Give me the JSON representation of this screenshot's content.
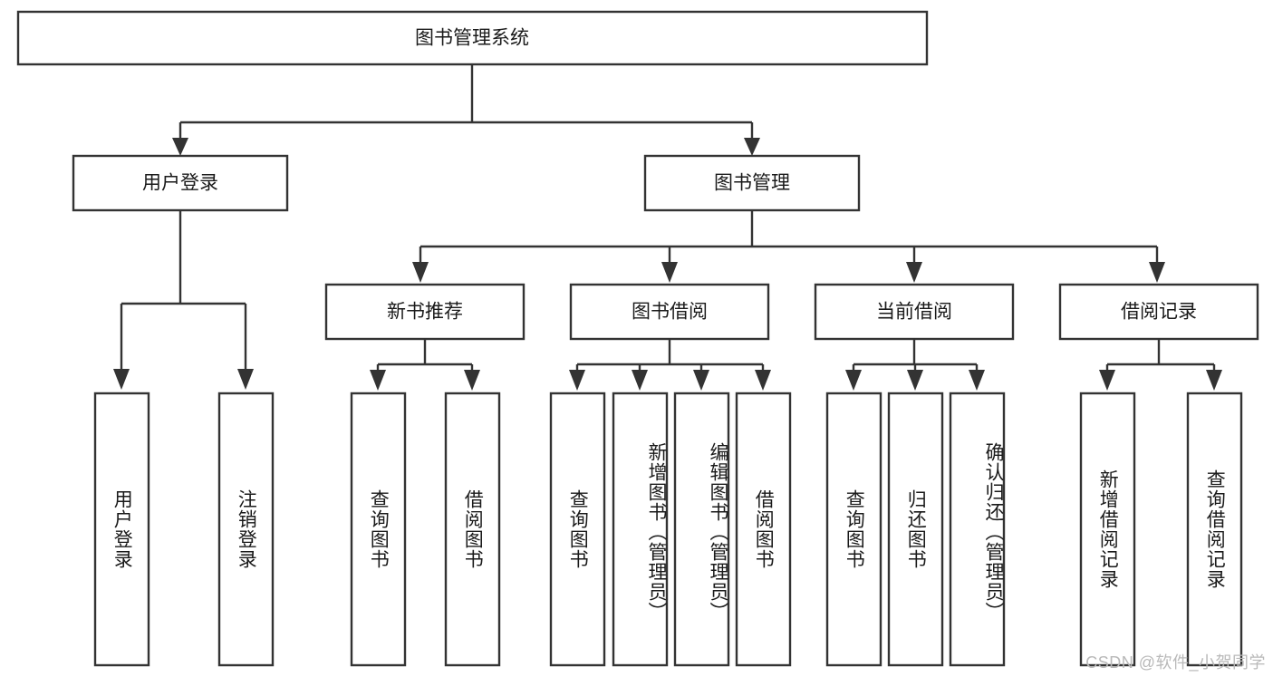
{
  "diagram": {
    "title": "图书管理系统",
    "type": "hierarchy-tree",
    "root": {
      "id": "root",
      "label": "图书管理系统"
    },
    "level2": [
      {
        "id": "user-login",
        "label": "用户登录"
      },
      {
        "id": "book-manage",
        "label": "图书管理"
      }
    ],
    "level3": [
      {
        "id": "new-book-rec",
        "label": "新书推荐",
        "parent": "book-manage"
      },
      {
        "id": "book-borrow",
        "label": "图书借阅",
        "parent": "book-manage"
      },
      {
        "id": "current-borrow",
        "label": "当前借阅",
        "parent": "book-manage"
      },
      {
        "id": "borrow-record",
        "label": "借阅记录",
        "parent": "book-manage"
      }
    ],
    "leaves": {
      "user_login": [
        {
          "id": "leaf-user-login",
          "label": "用户登录"
        },
        {
          "id": "leaf-user-logout",
          "label": "注销登录"
        }
      ],
      "new_book_rec": [
        {
          "id": "leaf-query-book-1",
          "label": "查询图书"
        },
        {
          "id": "leaf-borrow-book-1",
          "label": "借阅图书"
        }
      ],
      "book_borrow": [
        {
          "id": "leaf-query-book-2",
          "label": "查询图书"
        },
        {
          "id": "leaf-add-book",
          "label": "新增图书（管理员）"
        },
        {
          "id": "leaf-edit-book",
          "label": "编辑图书（管理员）"
        },
        {
          "id": "leaf-borrow-book-2",
          "label": "借阅图书"
        }
      ],
      "current_borrow": [
        {
          "id": "leaf-query-book-3",
          "label": "查询图书"
        },
        {
          "id": "leaf-return-book",
          "label": "归还图书"
        },
        {
          "id": "leaf-confirm-return",
          "label": "确认归还（管理员）"
        }
      ],
      "borrow_record": [
        {
          "id": "leaf-add-record",
          "label": "新增借阅记录"
        },
        {
          "id": "leaf-query-record",
          "label": "查询借阅记录"
        }
      ]
    },
    "colors": {
      "stroke": "#333333",
      "fill": "#ffffff",
      "text": "#1a1a1a",
      "watermark": "#b9b9b9"
    }
  },
  "watermark": {
    "text": "CSDN @软件_小贺同学"
  }
}
